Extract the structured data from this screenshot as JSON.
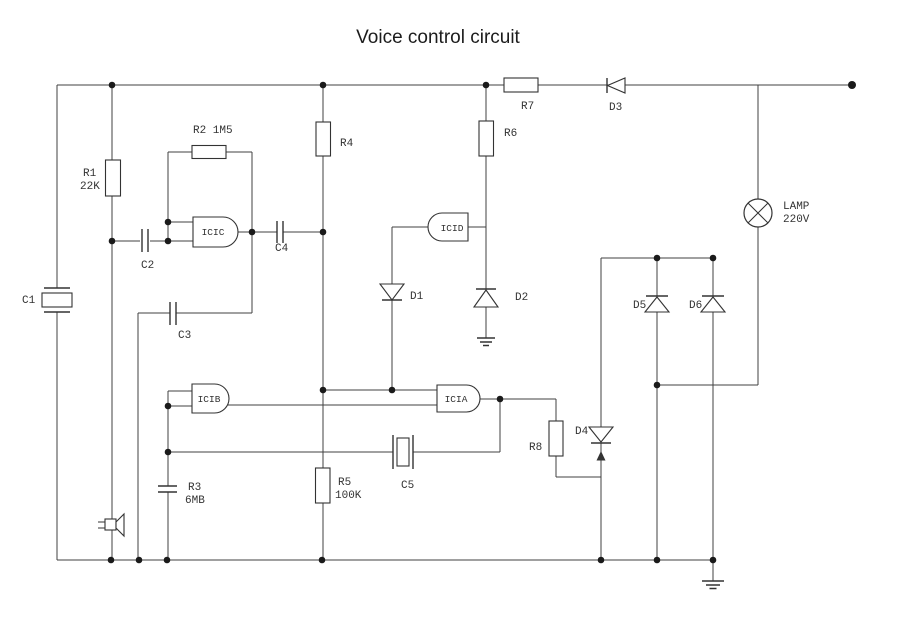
{
  "title": "Voice control circuit",
  "components": {
    "c1": {
      "label": "C1"
    },
    "r1": {
      "label": "R1",
      "value": "22K"
    },
    "r2": {
      "label": "R2 1M5"
    },
    "c2": {
      "label": "C2"
    },
    "c3": {
      "label": "C3"
    },
    "c4": {
      "label": "C4"
    },
    "c5": {
      "label": "C5"
    },
    "r3": {
      "label": "R3",
      "value": "6MB"
    },
    "r4": {
      "label": "R4"
    },
    "r5": {
      "label": "R5",
      "value": "100K"
    },
    "r6": {
      "label": "R6"
    },
    "r7": {
      "label": "R7"
    },
    "r8": {
      "label": "R8"
    },
    "d1": {
      "label": "D1"
    },
    "d2": {
      "label": "D2"
    },
    "d3": {
      "label": "D3"
    },
    "d4": {
      "label": "D4"
    },
    "d5": {
      "label": "D5"
    },
    "d6": {
      "label": "D6"
    },
    "icic": {
      "label": "ICIC"
    },
    "icib": {
      "label": "ICIB"
    },
    "icia": {
      "label": "ICIA"
    },
    "icid": {
      "label": "ICID"
    },
    "lamp": {
      "label": "LAMP",
      "value": "220V"
    }
  },
  "colors": {
    "wire": "#404040",
    "component_stroke": "#333333",
    "label_text": "#333333",
    "title_text": "#1c1c1c",
    "background": "#ffffff"
  }
}
